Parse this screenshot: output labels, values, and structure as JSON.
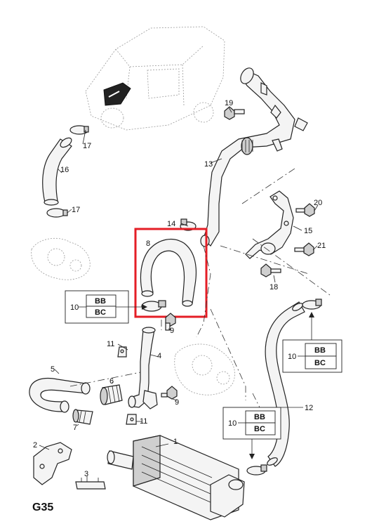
{
  "page_ref": "G35",
  "highlight_color": "#e41e26",
  "callouts": [
    {
      "id": "c1",
      "text": "1"
    },
    {
      "id": "c2",
      "text": "2"
    },
    {
      "id": "c3",
      "text": "3"
    },
    {
      "id": "c4",
      "text": "4"
    },
    {
      "id": "c5",
      "text": "5"
    },
    {
      "id": "c6",
      "text": "6"
    },
    {
      "id": "c7",
      "text": "7"
    },
    {
      "id": "c8",
      "text": "8"
    },
    {
      "id": "c9a",
      "text": "9"
    },
    {
      "id": "c9b",
      "text": "9"
    },
    {
      "id": "c11a",
      "text": "11"
    },
    {
      "id": "c11b",
      "text": "11"
    },
    {
      "id": "c12",
      "text": "12"
    },
    {
      "id": "c13",
      "text": "13"
    },
    {
      "id": "c14",
      "text": "14"
    },
    {
      "id": "c15",
      "text": "15"
    },
    {
      "id": "c16",
      "text": "16"
    },
    {
      "id": "c17a",
      "text": "17"
    },
    {
      "id": "c17b",
      "text": "17"
    },
    {
      "id": "c18",
      "text": "18"
    },
    {
      "id": "c19",
      "text": "19"
    },
    {
      "id": "c20",
      "text": "20"
    },
    {
      "id": "c21",
      "text": "21"
    }
  ],
  "variant_boxes": [
    {
      "ref": "10",
      "codes": [
        "BB",
        "BC"
      ]
    },
    {
      "ref": "10",
      "codes": [
        "BB",
        "BC"
      ]
    },
    {
      "ref": "10",
      "codes": [
        "BB",
        "BC"
      ]
    }
  ]
}
